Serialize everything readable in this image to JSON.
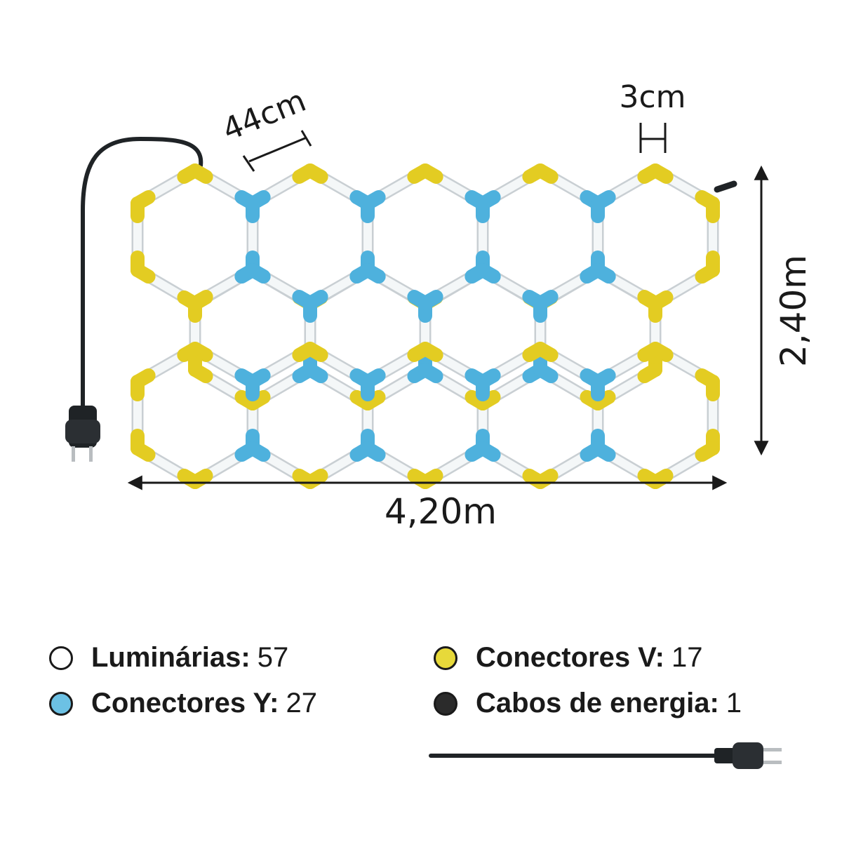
{
  "dimensions": {
    "tube_length": "44cm",
    "tube_width": "3cm",
    "height": "2,40m",
    "width": "4,20m"
  },
  "legend": [
    {
      "label": "Luminárias:",
      "value": "57",
      "color": "#ffffff",
      "icon": "white-dot-icon"
    },
    {
      "label": "Conectores V:",
      "value": "17",
      "color": "#e7d93a",
      "icon": "yellow-dot-icon"
    },
    {
      "label": "Conectores Y:",
      "value": "27",
      "color": "#6cc1e4",
      "icon": "blue-dot-icon"
    },
    {
      "label": "Cabos de energia:",
      "value": "1",
      "color": "#2b2b2b",
      "icon": "black-dot-icon"
    }
  ],
  "colors": {
    "tube": "#f4f7f8",
    "tube_outline": "#c9cfd3",
    "v_connector": "#e3cc22",
    "y_connector": "#4eb1dd",
    "cable": "#1f2326",
    "text": "#1a1a1a"
  }
}
